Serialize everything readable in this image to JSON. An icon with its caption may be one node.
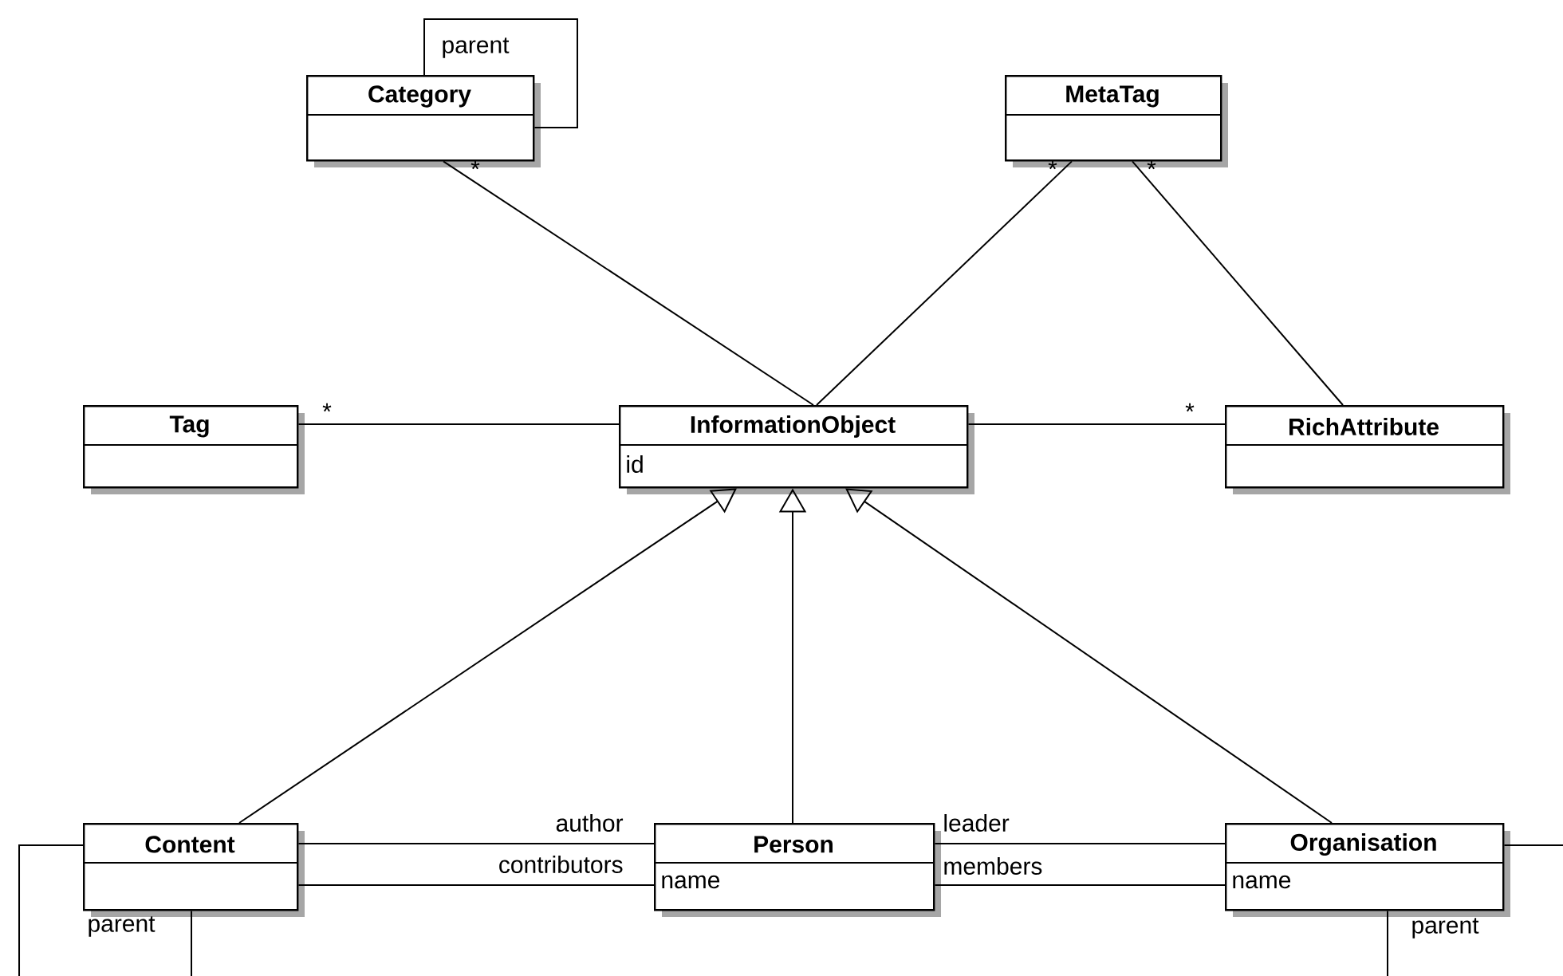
{
  "diagram": {
    "nodes": [
      {
        "text": [
          "Category"
        ]
      },
      {
        "text": [
          "MetaTag"
        ]
      },
      {
        "text": [
          "Tag"
        ]
      },
      {
        "text": [
          "InformationObject",
          "id"
        ]
      },
      {
        "text": [
          "RichAttribute"
        ]
      },
      {
        "text": [
          "Content"
        ]
      },
      {
        "text": [
          "Person",
          "name"
        ]
      },
      {
        "text": [
          "Organisation",
          "name"
        ]
      }
    ],
    "edges": [
      {
        "from": 0,
        "to": 0,
        "arrow": "none",
        "label": "parent"
      },
      {
        "from": 0,
        "to": 3,
        "arrow": "none",
        "label": "*"
      },
      {
        "from": 1,
        "to": 3,
        "arrow": "none",
        "label": "*"
      },
      {
        "from": 1,
        "to": 4,
        "arrow": "none",
        "label": "*"
      },
      {
        "from": 2,
        "to": 3,
        "arrow": "none",
        "label": "*"
      },
      {
        "from": 3,
        "to": 4,
        "arrow": "none",
        "label": "*"
      },
      {
        "from": 5,
        "to": 3,
        "arrow": "to"
      },
      {
        "from": 6,
        "to": 3,
        "arrow": "to"
      },
      {
        "from": 7,
        "to": 3,
        "arrow": "to"
      },
      {
        "from": 5,
        "to": 6,
        "arrow": "none",
        "label": "author"
      },
      {
        "from": 5,
        "to": 6,
        "arrow": "none",
        "label": "contributors"
      },
      {
        "from": 6,
        "to": 7,
        "arrow": "none",
        "label": "leader"
      },
      {
        "from": 6,
        "to": 7,
        "arrow": "none",
        "label": "members"
      },
      {
        "from": 5,
        "to": 5,
        "arrow": "none",
        "label": "parent"
      },
      {
        "from": 7,
        "to": 7,
        "arrow": "none",
        "label": "parent"
      }
    ]
  }
}
